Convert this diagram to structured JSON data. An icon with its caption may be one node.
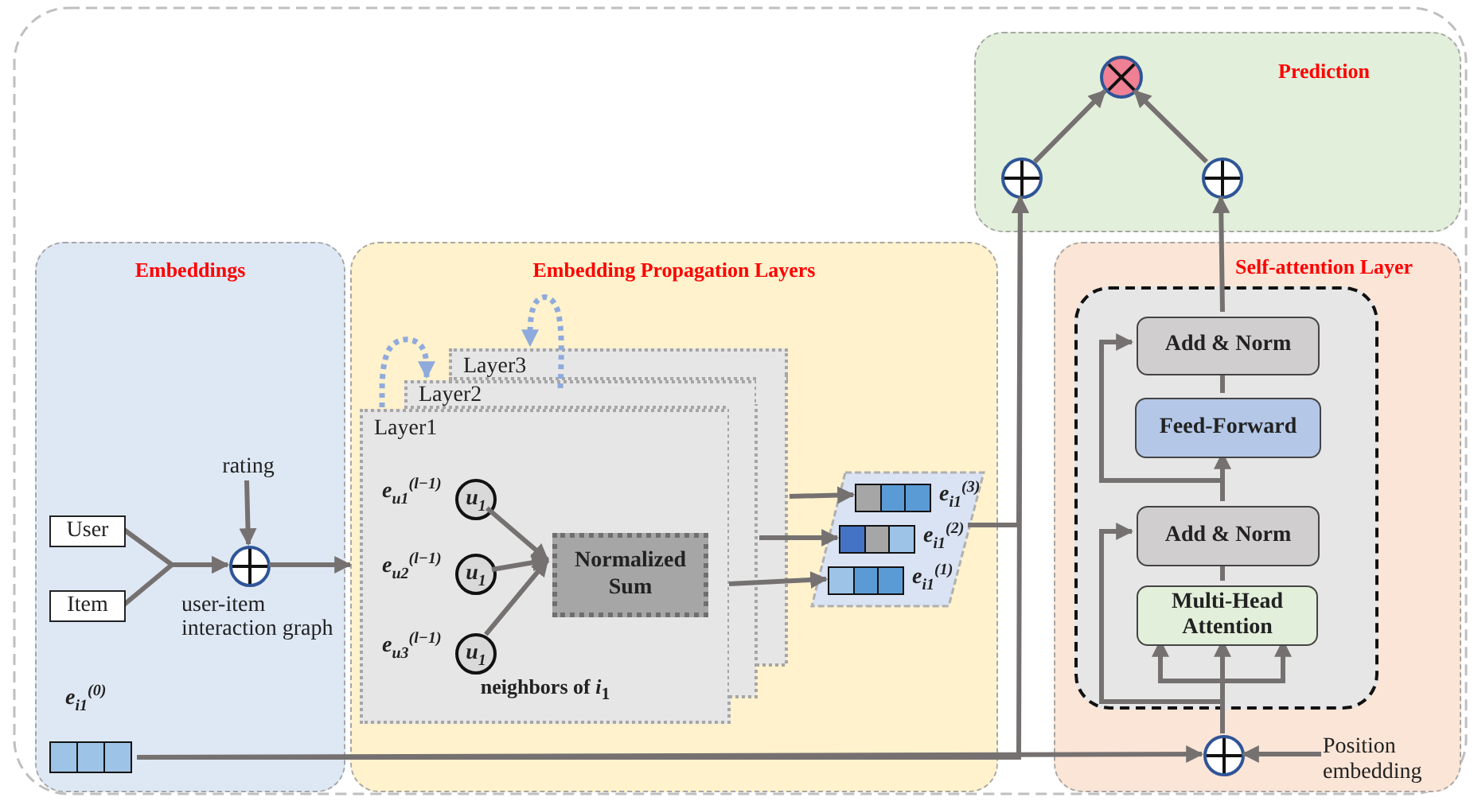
{
  "diagram": {
    "nodes": [
      {
        "text": [
          "Prediction"
        ]
      },
      {
        "text": [],
        "shape": "circle",
        "in": 0
      },
      {
        "text": [],
        "shape": "circle",
        "in": 0
      },
      {
        "text": [],
        "shape": "circle",
        "in": 0
      },
      {
        "text": [
          "Embeddings"
        ]
      },
      {
        "text": [
          "User"
        ],
        "in": 4
      },
      {
        "text": [
          "Item"
        ],
        "in": 4
      },
      {
        "text": [
          "rating"
        ],
        "in": 4
      },
      {
        "text": [],
        "shape": "circle",
        "in": 4,
        "beside": [
          "user-item interaction graph"
        ]
      },
      {
        "text": [
          "e$_{i1}$$^{(0)}$"
        ],
        "in": 4
      },
      {
        "text": [
          "Embedding Propagation Layers"
        ]
      },
      {
        "text": [
          "Layer3"
        ],
        "in": 10
      },
      {
        "text": [
          "Layer2"
        ],
        "in": 10
      },
      {
        "text": [
          "Layer1",
          "neighbors of *i*$_{1}$"
        ],
        "in": 10
      },
      {
        "text": [
          "u$_{1}$"
        ],
        "in": 13,
        "beside": [
          "e$_{u1}$$^{(l−1)}$"
        ]
      },
      {
        "text": [
          "u$_{1}$"
        ],
        "in": 13,
        "beside": [
          "e$_{u2}$$^{(l−1)}$"
        ]
      },
      {
        "text": [
          "u$_{1}$"
        ],
        "in": 13,
        "beside": [
          "e$_{u3}$$^{(l−1)}$"
        ]
      },
      {
        "text": [
          "Normalized Sum"
        ],
        "in": 13
      },
      {
        "text": [],
        "shape": "parallelogram",
        "in": 10
      },
      {
        "text": [
          "e$_{i1}$$^{(3)}$"
        ],
        "in": 18
      },
      {
        "text": [
          "e$_{i1}$$^{(2)}$"
        ],
        "in": 18
      },
      {
        "text": [
          "e$_{i1}$$^{(1)}$"
        ],
        "in": 18
      },
      {
        "text": [
          "Self-attention Layer"
        ]
      },
      {
        "text": [],
        "shape": "box",
        "in": 22
      },
      {
        "text": [
          "Add & Norm"
        ],
        "in": 23
      },
      {
        "text": [
          "Feed-Forward"
        ],
        "in": 23
      },
      {
        "text": [
          "Add & Norm"
        ],
        "in": 23
      },
      {
        "text": [
          "Multi-Head Attention"
        ],
        "in": 23
      },
      {
        "text": [],
        "shape": "circle",
        "in": 22
      },
      {
        "text": [
          "Position embedding"
        ],
        "in": 22
      }
    ],
    "edges": [
      {
        "from": 5,
        "to": 8,
        "arrow": "to"
      },
      {
        "from": 6,
        "to": 8,
        "arrow": "to"
      },
      {
        "from": 7,
        "to": 8,
        "arrow": "to"
      },
      {
        "from": 8,
        "to": 10,
        "arrow": "to"
      },
      {
        "from": 14,
        "to": 17,
        "arrow": "to"
      },
      {
        "from": 15,
        "to": 17,
        "arrow": "to"
      },
      {
        "from": 16,
        "to": 17,
        "arrow": "to"
      },
      {
        "from": 13,
        "to": 21,
        "arrow": "to"
      },
      {
        "from": null,
        "to": 20,
        "arrow": "to"
      },
      {
        "from": null,
        "to": 19,
        "arrow": "to"
      },
      {
        "from": 13,
        "to": 12,
        "arrow": "to",
        "style": "dashed",
        "color": "#8faadc"
      },
      {
        "from": 12,
        "to": 11,
        "arrow": "to",
        "style": "dashed",
        "color": "#8faadc"
      },
      {
        "from": 18,
        "to": 2,
        "arrow": "to"
      },
      {
        "from": 9,
        "to": 2,
        "arrow": "to"
      },
      {
        "from": 9,
        "to": 28,
        "arrow": "to"
      },
      {
        "from": 29,
        "to": 28,
        "arrow": "to"
      },
      {
        "from": 28,
        "to": 27,
        "arrow": "to"
      },
      {
        "from": 28,
        "to": 27,
        "arrow": "to"
      },
      {
        "from": 28,
        "to": 27,
        "arrow": "to"
      },
      {
        "from": 28,
        "to": 26,
        "arrow": "to"
      },
      {
        "from": 27,
        "to": 26,
        "arrow": "none"
      },
      {
        "from": 26,
        "to": 25,
        "arrow": "to"
      },
      {
        "from": 26,
        "to": 24,
        "arrow": "to"
      },
      {
        "from": 25,
        "to": 24,
        "arrow": "none"
      },
      {
        "from": 24,
        "to": 3,
        "arrow": "to"
      },
      {
        "from": 2,
        "to": 1,
        "arrow": "to"
      },
      {
        "from": 3,
        "to": 1,
        "arrow": "to"
      }
    ]
  }
}
